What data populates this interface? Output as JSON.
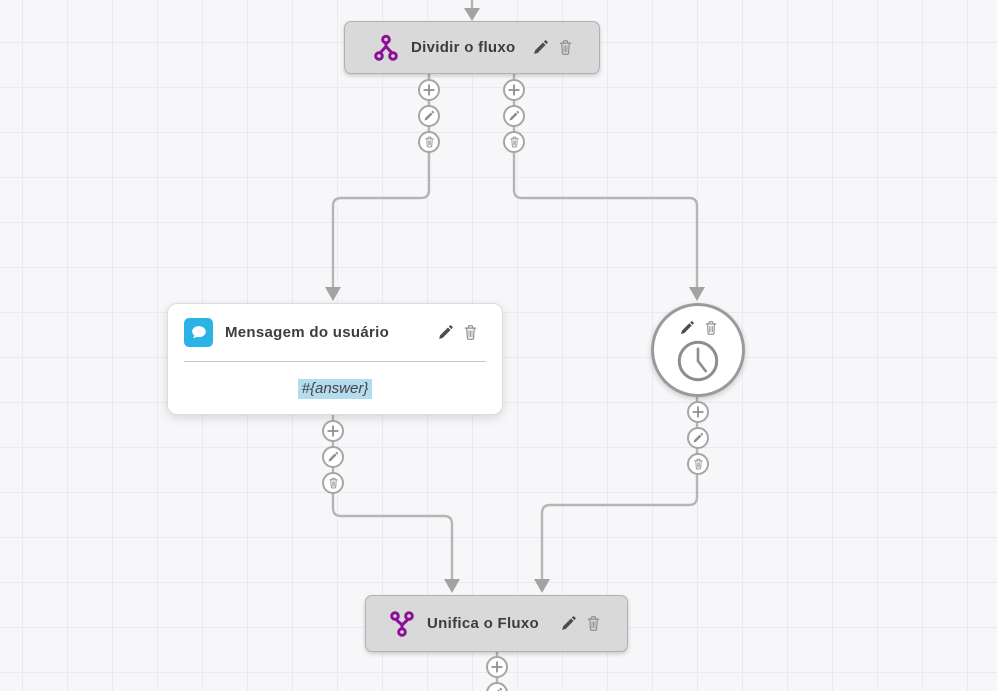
{
  "canvas": {
    "background": "#f7f7f9",
    "grid_color": "#e9ebf3"
  },
  "palette": {
    "node_purple": "#8d0f98",
    "message_blue": "#2bb3e6",
    "variable_highlight": "#b3dcee",
    "node_gray_fill": "#d9d9d9",
    "wire_gray": "#b5b5b5"
  },
  "nodes": {
    "split": {
      "label": "Dividir o fluxo",
      "icon": "split-icon"
    },
    "message": {
      "title": "Mensagem do usuário",
      "body": "#{answer}",
      "icon": "chat-bubble-icon"
    },
    "timer": {
      "icon": "clock-icon"
    },
    "merge": {
      "label": "Unifica o Fluxo",
      "icon": "merge-icon"
    }
  },
  "node_actions": {
    "edit": "pencil-icon",
    "delete": "trash-icon"
  },
  "connector_actions": {
    "add": "plus-icon",
    "edit": "pencil-icon",
    "delete": "trash-icon"
  }
}
